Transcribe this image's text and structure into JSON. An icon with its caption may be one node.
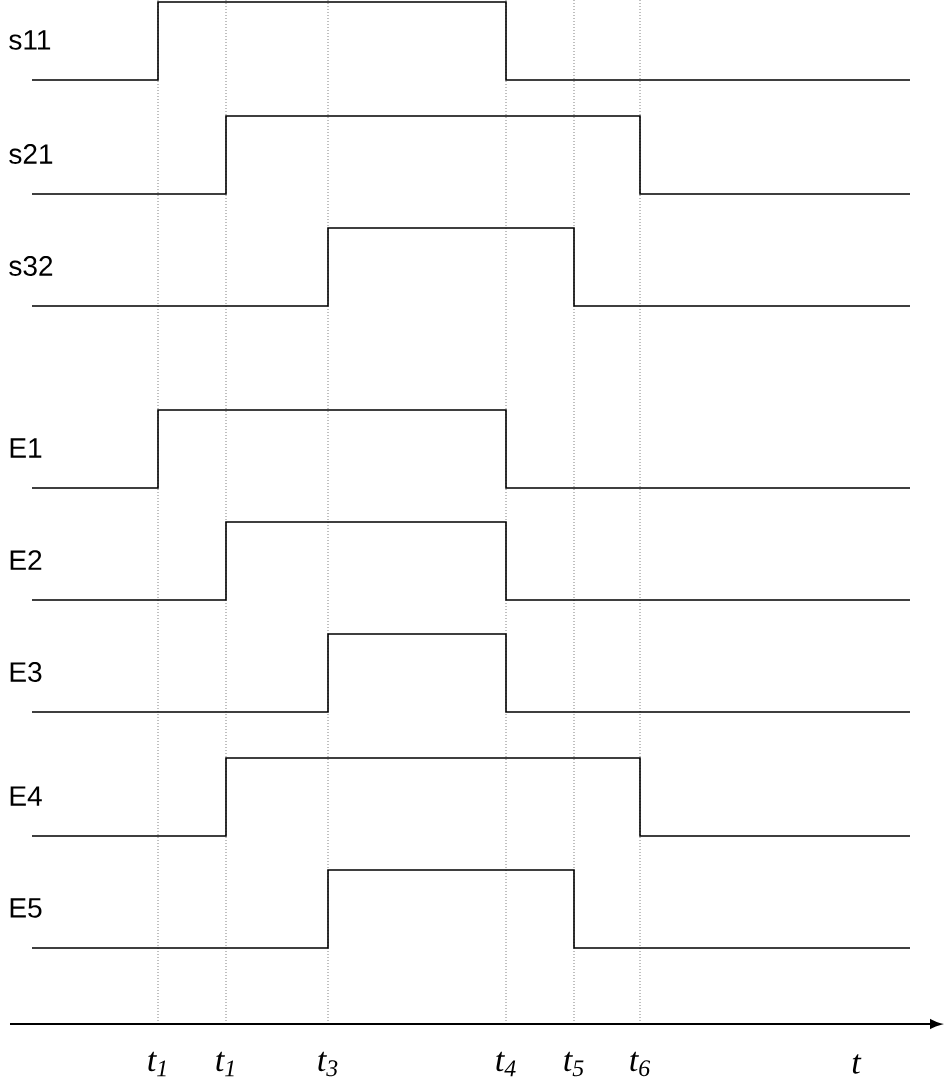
{
  "diagram": {
    "labels": [
      "s11",
      "s21",
      "s32",
      "E1",
      "E2",
      "E3",
      "E4",
      "E5",
      "t$_{1}$",
      "t$_{1}$",
      "t$_{3}$",
      "t$_{4}$",
      "t$_{5}$",
      "t$_{6}$",
      "t"
    ]
  }
}
